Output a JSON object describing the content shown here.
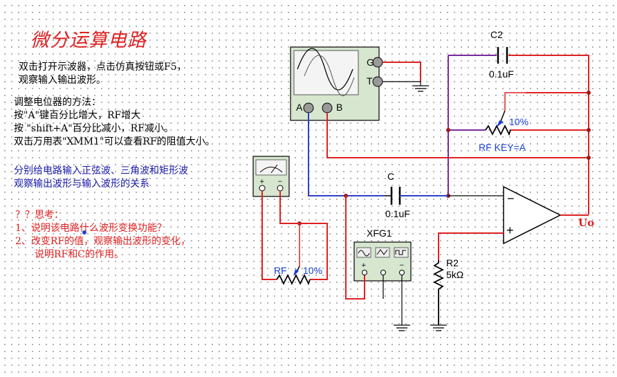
{
  "title": "微分运算电路",
  "instructions": {
    "line1": "双击打开示波器，点击仿真按钮或F5，",
    "line2": "观察输入输出波形。",
    "pot_heading": "调整电位器的方法：",
    "pot_inc": "按\"A\"键百分比增大，RF增大",
    "pot_dec": "按 \"shift+A\"百分比减小，RF减小。",
    "pot_meter": "双击万用表\"XMM1\"可以查看RF的阻值大小。"
  },
  "task": {
    "line1": "分别给电路输入正弦波、三角波和矩形波",
    "line2": "观察输出波形与输入波形的关系"
  },
  "think": {
    "heading": "？？思考：",
    "q1": "1、说明该电路什么波形变换功能？",
    "q2": "2、改变RF的值，观察输出波形的变化，",
    "q2b": "说明RF和C的作用。"
  },
  "oscilloscope": {
    "terminal_g": "G",
    "terminal_t": "T",
    "terminal_a": "A",
    "terminal_b": "B"
  },
  "components": {
    "c2_name": "C2",
    "c2_value": "0.1uF",
    "c_name": "C",
    "c_value": "0.1uF",
    "rf_top_percent": "10%",
    "rf_top_label": "RF KEY=A",
    "rf_bottom_name": "RF",
    "rf_bottom_percent": "10%",
    "r2_name": "R2",
    "r2_value": "5kΩ",
    "xfg_name": "XFG1",
    "opamp_minus": "−",
    "opamp_plus": "+",
    "output_label": "Uo"
  },
  "colors": {
    "wire_red": "#e02020",
    "wire_blue": "#2a3fc8",
    "wire_purple": "#7a2aa0",
    "wire_dark_red": "#a01818",
    "panel_green": "#d6e6cf"
  }
}
